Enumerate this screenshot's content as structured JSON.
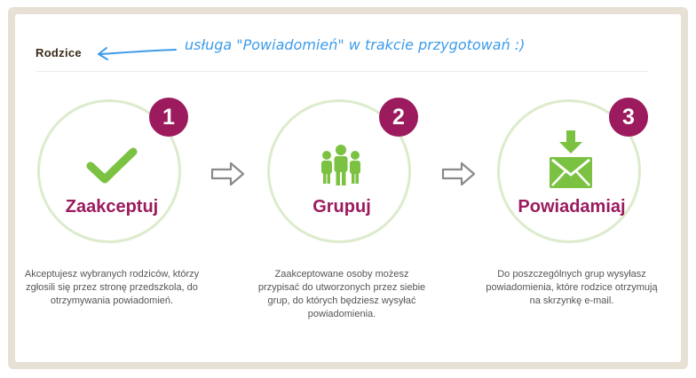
{
  "header": {
    "title": "Rodzice",
    "note": "usługa \"Powiadomień\" w trakcie przygotowań :)",
    "note_color": "#3d9be8",
    "arrow_icon": "hand-drawn-arrow-left-icon"
  },
  "theme": {
    "accent": "#9b1b5e",
    "icon_green": "#7cc242",
    "circle_border": "#dcebcc"
  },
  "steps": [
    {
      "number": "1",
      "label": "Zaakceptuj",
      "icon": "checkmark-icon",
      "description": "Akceptujesz wybranych rodziców, którzy zgłosili się przez stronę przedszkola, do otrzymywania powiadomień."
    },
    {
      "number": "2",
      "label": "Grupuj",
      "icon": "people-group-icon",
      "description": "Zaakceptowane osoby możesz przypisać do utworzonych przez siebie grup, do których będziesz wysyłać powiadomienia."
    },
    {
      "number": "3",
      "label": "Powiadamiaj",
      "icon": "envelope-download-icon",
      "description": "Do poszczególnych grup wysyłasz powiadomienia, które rodzice otrzymują na skrzynkę e-mail."
    }
  ],
  "connectors": [
    "arrow-right-outline-icon",
    "arrow-right-outline-icon"
  ]
}
